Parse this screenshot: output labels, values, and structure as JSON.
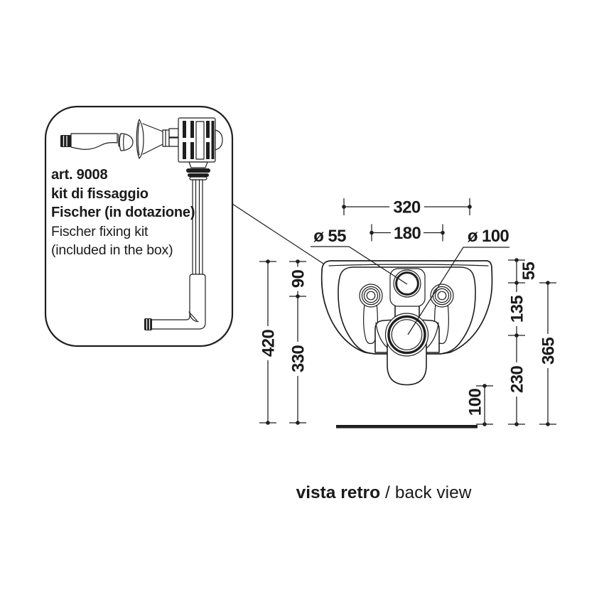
{
  "inset": {
    "lines_bold": [
      "art. 9008",
      "kit di fissaggio",
      "Fischer (in dotazione)"
    ],
    "lines_regular": [
      "Fischer fixing kit",
      "(included in the box)"
    ]
  },
  "dims": {
    "width_total": "320",
    "width_inner": "180",
    "dia_inlet": "ø 55",
    "dia_outlet": "ø 100",
    "left_top": "90",
    "left_total": "420",
    "left_lower": "330",
    "right_top": "55",
    "right_mid": "135",
    "right_lower": "230",
    "right_total": "365",
    "outlet_height": "100"
  },
  "caption": {
    "title_it": "vista retro",
    "divider": "/",
    "title_en": "back view"
  },
  "colors": {
    "line": "#1f1f1f",
    "background": "#ffffff"
  }
}
